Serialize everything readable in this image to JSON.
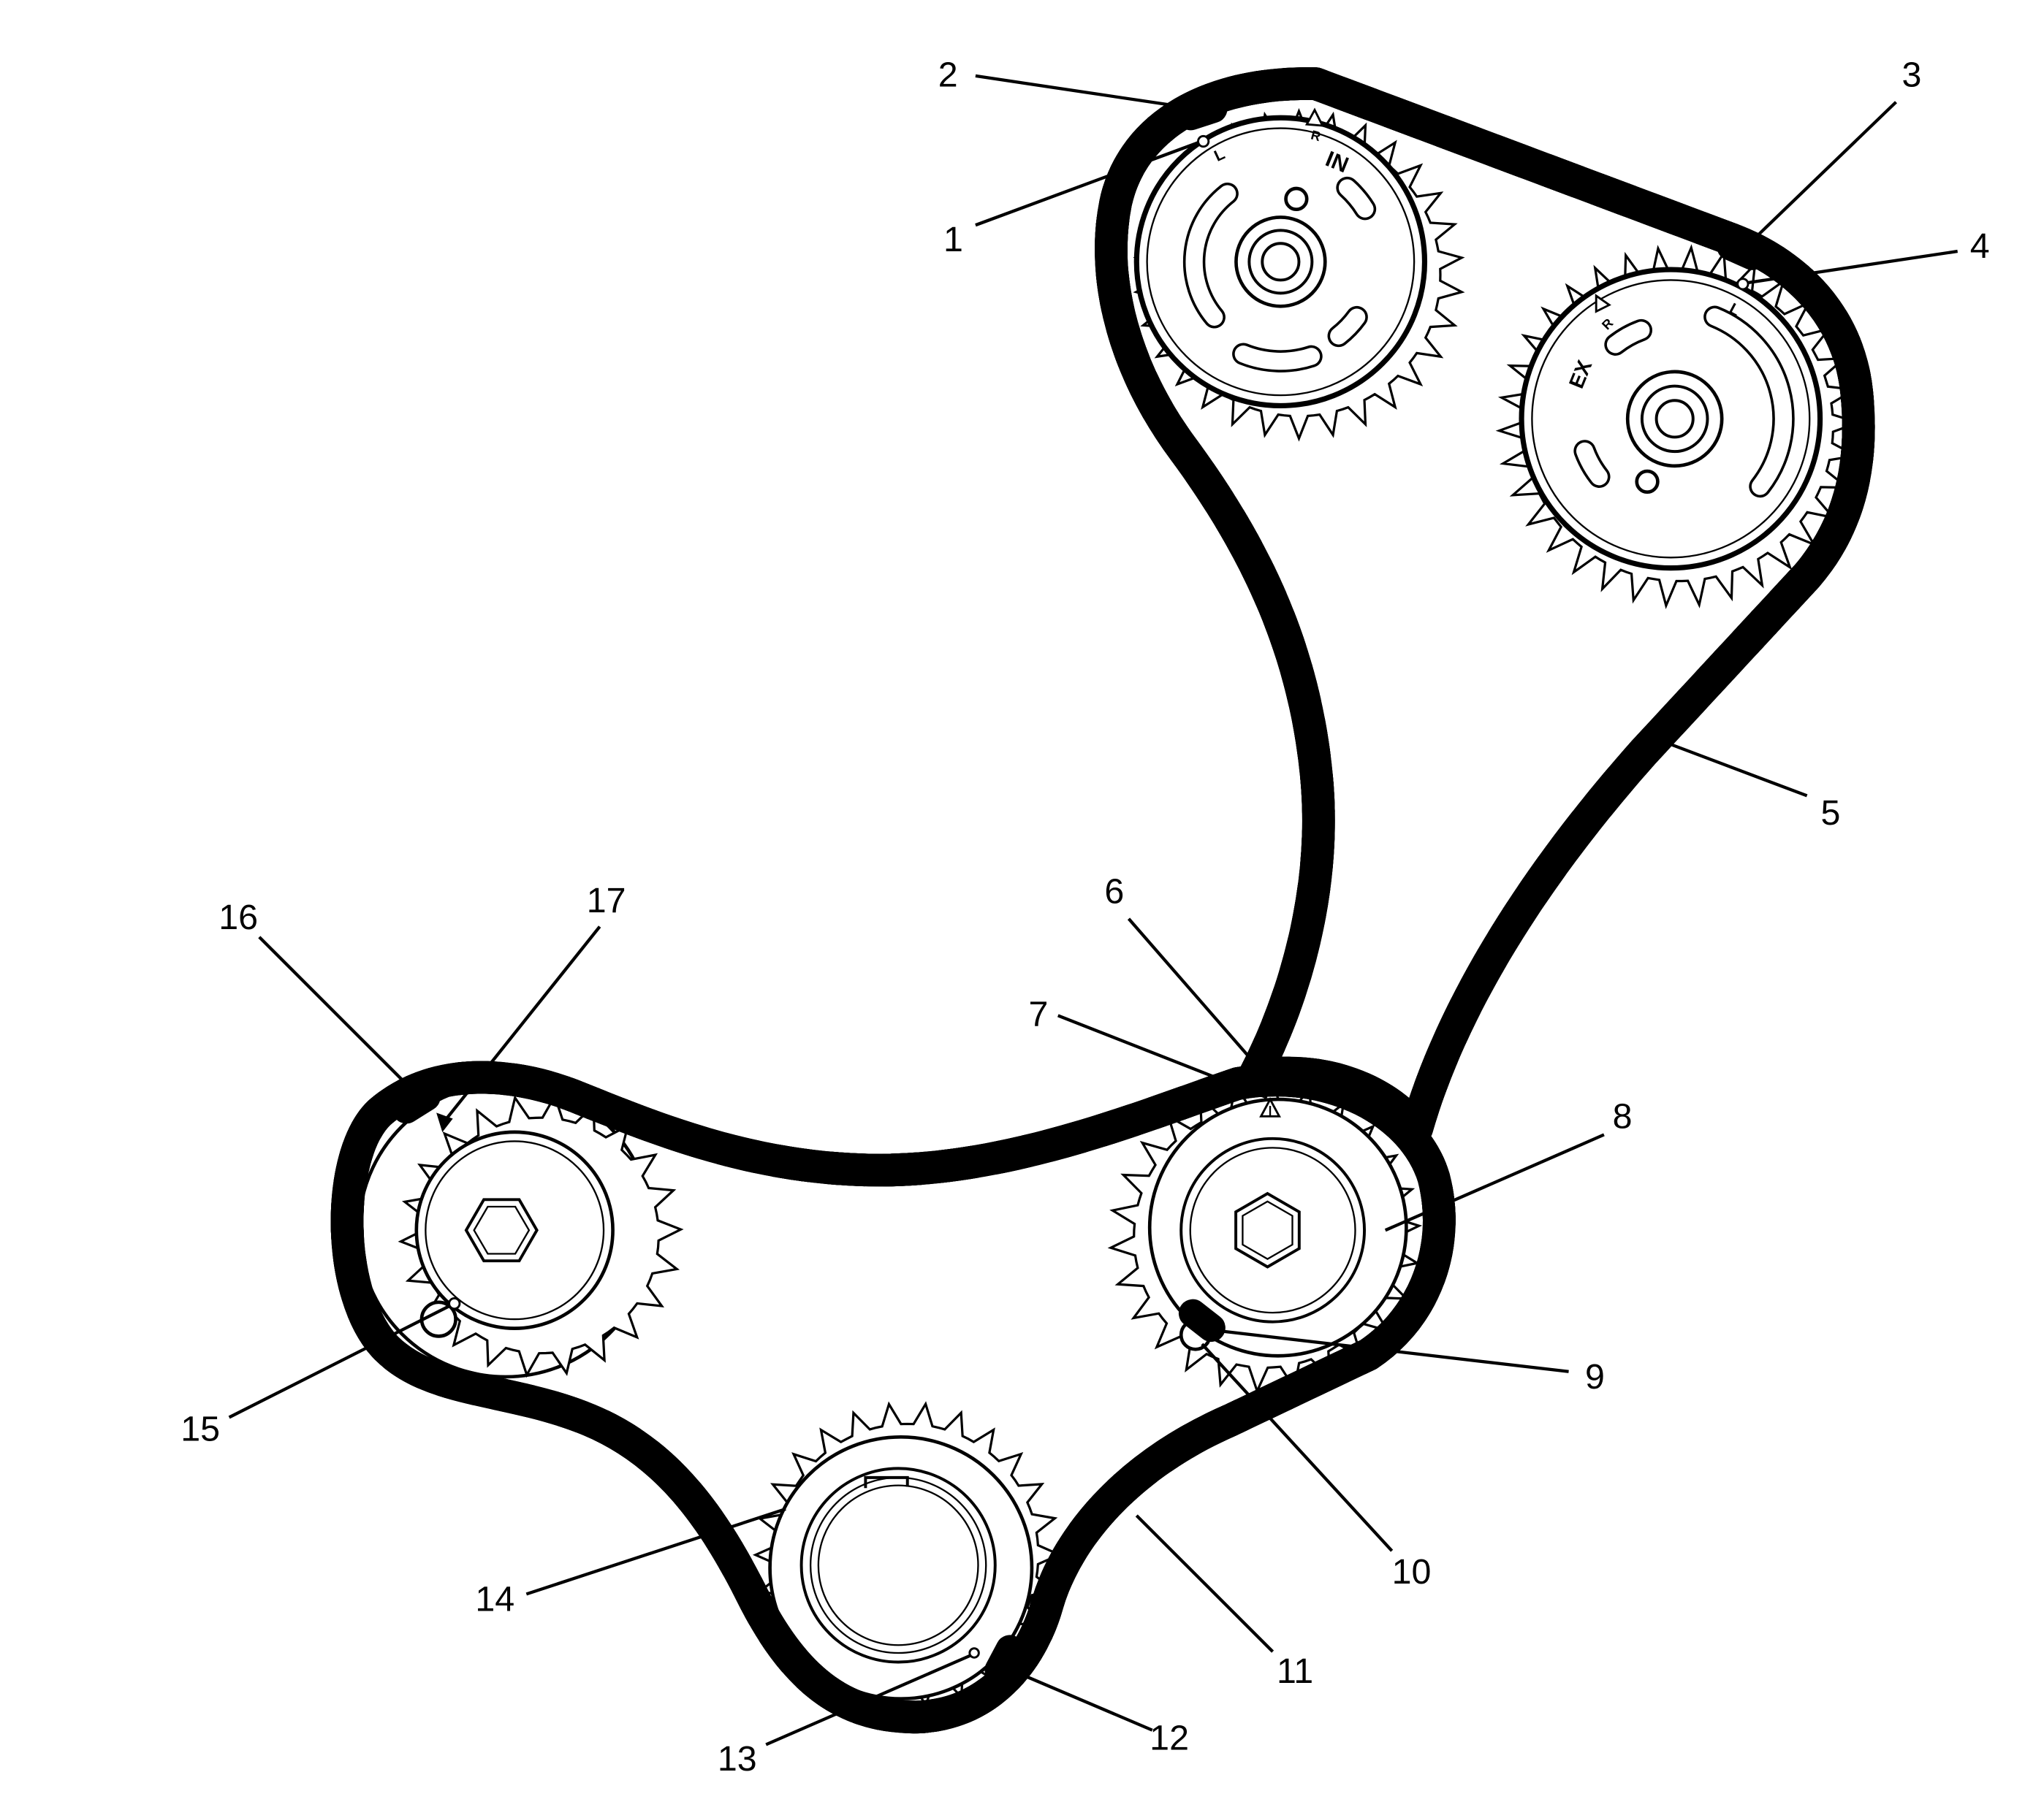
{
  "callouts": [
    {
      "label": "1"
    },
    {
      "label": "2"
    },
    {
      "label": "3"
    },
    {
      "label": "4"
    },
    {
      "label": "5"
    },
    {
      "label": "6"
    },
    {
      "label": "7"
    },
    {
      "label": "8"
    },
    {
      "label": "9"
    },
    {
      "label": "10"
    },
    {
      "label": "11"
    },
    {
      "label": "12"
    },
    {
      "label": "13"
    },
    {
      "label": "14"
    },
    {
      "label": "15"
    },
    {
      "label": "16"
    },
    {
      "label": "17"
    }
  ],
  "sprocket_marks": {
    "intake": {
      "name": "IN",
      "left": "L",
      "right": "R"
    },
    "exhaust": {
      "name": "EX",
      "left": "L",
      "right": "R"
    }
  },
  "colors": {
    "ink": "#000000",
    "paper": "#ffffff",
    "timing_link": "#000000"
  }
}
